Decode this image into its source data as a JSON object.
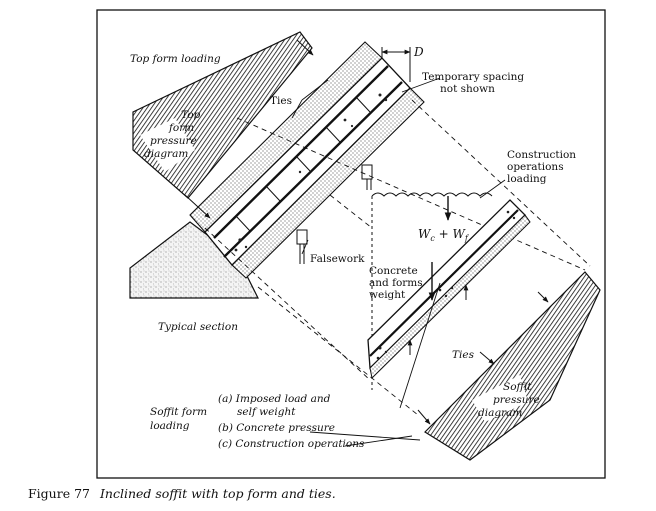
{
  "labels": {
    "top_form_loading": "Top form loading",
    "dimension_d": "D",
    "temporary_spacing_line1": "Temporary spacing",
    "temporary_spacing_line2": "not shown",
    "ties_top": "Ties",
    "top_form_pressure_line1": "Top",
    "top_form_pressure_line2": "form",
    "top_form_pressure_line3": "pressure",
    "top_form_pressure_line4": "diagram",
    "construction_ops_line1": "Construction",
    "construction_ops_line2": "operations",
    "construction_ops_line3": "loading",
    "load_formula_base": "W",
    "load_formula_sub1": "c",
    "load_formula_plus": " + W",
    "load_formula_sub2": "f",
    "falsework": "Falsework",
    "concrete_forms_line1": "Concrete",
    "concrete_forms_line2": "and forms",
    "concrete_forms_line3": "weight",
    "typical_section": "Typical section",
    "ties_soffit": "Ties",
    "soffit_pressure_line1": "Soffit",
    "soffit_pressure_line2": "pressure",
    "soffit_pressure_line3": "diagram",
    "soffit_form_line1": "Soffit form",
    "soffit_form_line2": "loading",
    "legend_a_line1": "(a)  Imposed load and",
    "legend_a_line2": "self weight",
    "legend_b": "(b)  Concrete pressure",
    "legend_c": "(c)  Construction operations"
  },
  "caption": {
    "figure_number": "Figure 77",
    "title": "Inclined soffit with top form and ties."
  }
}
